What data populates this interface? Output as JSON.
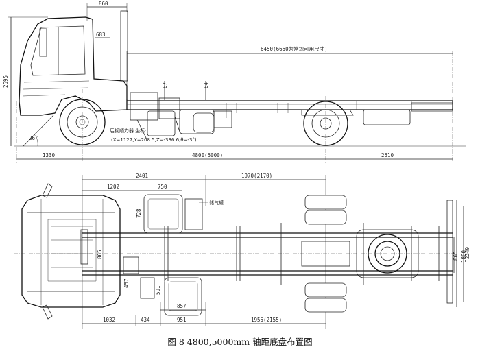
{
  "caption": "图 8   4800,5000mm 轴距底盘布置图",
  "side_view": {
    "dim_cab_width": "860",
    "dim_cab_683": "683",
    "dim_frame_length": "6450(6650为常规可用尺寸)",
    "dim_height": "2695",
    "dim_87": "87",
    "dim_84": "84",
    "dim_angle": "26°",
    "note_label": "后视顺力器 坐标:",
    "note_coords": "(X=1127,Y=208.5,Z=-336.6,θ=-3°)",
    "dim_front_overhang": "1330",
    "dim_wheelbase": "4800(5000)",
    "dim_rear_overhang": "2510"
  },
  "top_view": {
    "dim_2401": "2401",
    "dim_1202": "1202",
    "dim_750": "750",
    "dim_1970": "1970(2170)",
    "dim_728": "728",
    "label_tank": "储气罐",
    "dim_865": "865",
    "dim_1800": "1800",
    "dim_2349": "2349",
    "dim_457": "457",
    "dim_591": "591",
    "dim_857": "857",
    "dim_1032": "1032",
    "dim_434": "434",
    "dim_951": "951",
    "dim_1955": "1955(2155)",
    "dim_865_left": "865"
  }
}
